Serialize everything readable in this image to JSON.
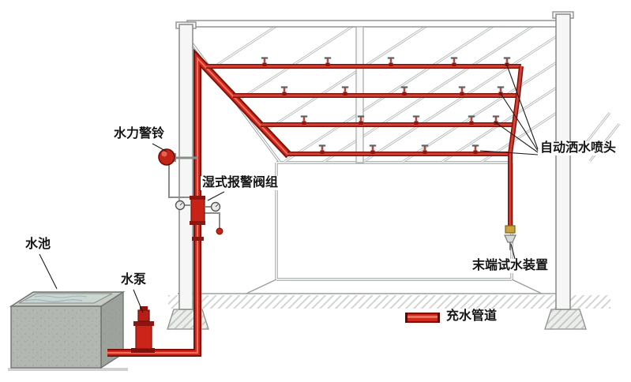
{
  "labels": {
    "alarm_bell": "水力警铃",
    "wet_alarm_valve": "湿式报警阀组",
    "water_pool": "水池",
    "water_pump": "水泵",
    "sprinklers": "自动洒水喷头",
    "end_test_device": "末端试水装置"
  },
  "legend": {
    "pipe_label": "充水管道",
    "pipe_color": "#d0281c"
  },
  "colors": {
    "pipe_red": "#d0281c",
    "pipe_dark": "#7e120b",
    "pipe_highlight": "#ef6f5c",
    "structure_gray": "#9aa0a0",
    "tank_concrete": "#b2b7b2",
    "water_surface": "#cbd6d1",
    "brass_fitting": "#c9a43b",
    "alarm_bell_red": "#c22418"
  },
  "icons": {
    "alarm-bell-icon": "red circular water motor gong",
    "pressure-gauge-icon": "small round dial gauge",
    "sprinkler-head-icon": "upright sprinkler with deflector bar",
    "pump-icon": "vertical red pump with motor cap",
    "test-valve-icon": "brass valve above funnel drain"
  }
}
